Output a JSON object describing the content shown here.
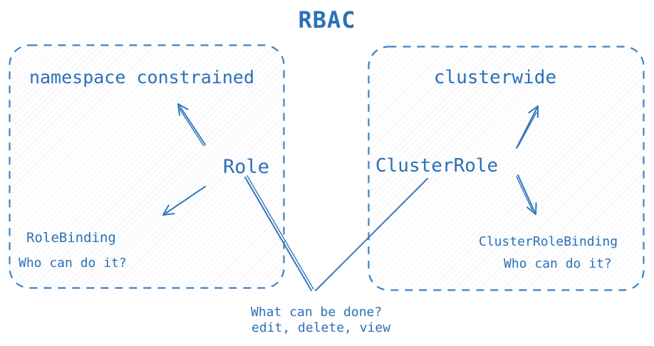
{
  "title": "RBAC",
  "colors": {
    "text": "#2b70b8",
    "stroke": "#3377bd",
    "border": "#3c82c4",
    "hatch": "#e7e8ef"
  },
  "left_group": {
    "scope": "namespace constrained",
    "entity": "Role",
    "binding": "RoleBinding",
    "question": "Who can do it?"
  },
  "right_group": {
    "scope": "clusterwide",
    "entity": "ClusterRole",
    "binding": "ClusterRoleBinding",
    "question": "Who can do it?"
  },
  "verbs_note": {
    "question": "What can be done?",
    "examples": "edit, delete, view"
  }
}
